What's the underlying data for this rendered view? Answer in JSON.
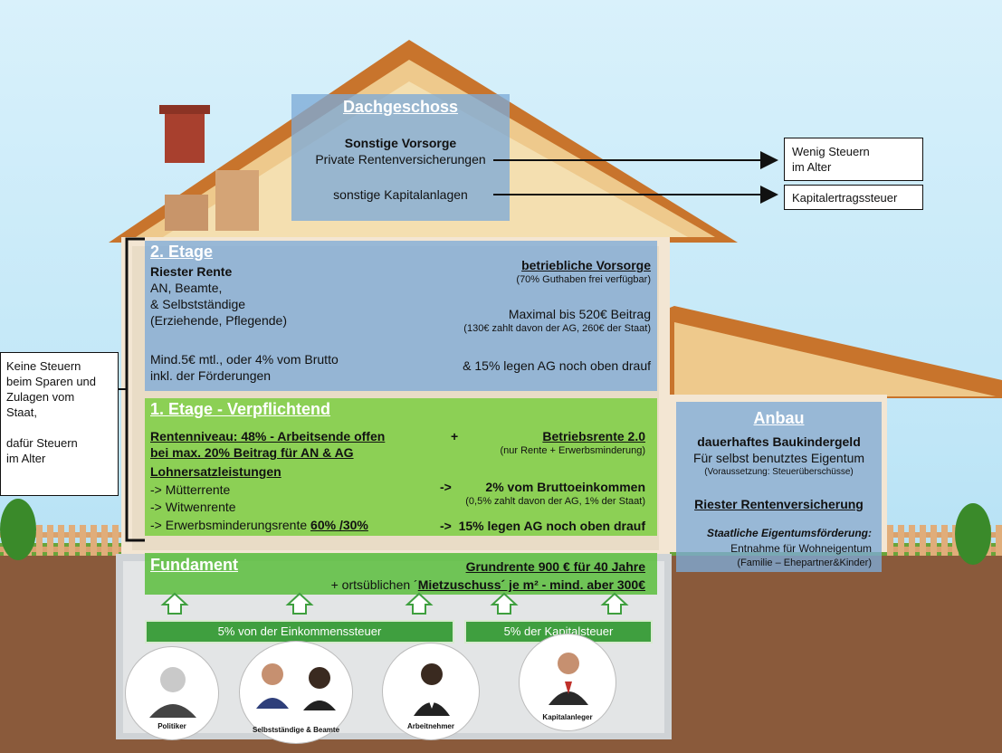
{
  "roof": {
    "title": "Dachgeschoss",
    "heading": "Sonstige Vorsorge",
    "private": "Private Rentenversicherungen",
    "capital": "sonstige Kapitalanlagen",
    "arrow1": "Wenig Steuern\nim Alter",
    "arrow2": "Kapitalertragssteuer"
  },
  "left_note": "Keine Steuern\nbeim Sparen und\nZulagen vom\nStaat,\n\ndafür Steuern\nim Alter",
  "floor2": {
    "title": "2. Etage",
    "riester": "Riester Rente",
    "who1": "AN, Beamte,",
    "who2": "& Selbstständige",
    "who3": "(Erziehende, Pflegende)",
    "min1": "Mind.5€ mtl., oder 4% vom Brutto",
    "min2": "inkl. der Förderungen",
    "bav": "betriebliche Vorsorge",
    "bav_note": "(70% Guthaben frei verfügbar)",
    "max": "Maximal bis 520€ Beitrag",
    "max_note": "(130€ zahlt davon der AG, 260€ der Staat)",
    "ag": "& 15% legen AG noch oben drauf"
  },
  "floor1": {
    "title": "1. Etage - Verpflichtend",
    "l1": "Rentenniveau: 48% - Arbeitsende offen",
    "l2": "bei max. 20% Beitrag für AN & AG",
    "l3": "Lohnersatzleistungen",
    "l4": "-> Mütterrente",
    "l5": "-> Witwenrente",
    "l6a": "-> Erwerbsminderungsrente ",
    "l6b": "60% /30%",
    "plus": "+",
    "br": "Betriebsrente 2.0",
    "br_note": "(nur Rente + Erwerbsminderung)",
    "arrowA": "->",
    "pct": "2% vom Bruttoeinkommen",
    "pct_note": "(0,5% zahlt  davon der AG, 1% der Staat)",
    "arrowB": "->",
    "ag": "15% legen AG noch oben drauf"
  },
  "annex": {
    "title": "Anbau",
    "l1": "dauerhaftes Baukindergeld",
    "l2": "Für selbst benutztes Eigentum",
    "l3": "(Voraussetzung: Steuerüberschüsse)",
    "l4": "Riester Rentenversicherung",
    "l5": "Staatliche Eigentumsförderung:",
    "l6": "Entnahme für Wohneigentum",
    "l7": "(Familie – Ehepartner&Kinder)"
  },
  "foundation": {
    "title": "Fundament",
    "l1": "Grundrente 900 € für 40 Jahre",
    "l2a": "+ ortsüblichen ´",
    "l2b": "Mietzuschuss´ je m² - mind. aber 300€"
  },
  "bars": {
    "income": "5% von der Einkommenssteuer",
    "capital": "5% der Kapitalsteuer"
  },
  "people": [
    {
      "label": "Politiker"
    },
    {
      "label": "Selbstständige & Beamte"
    },
    {
      "label": "Arbeitnehmer"
    },
    {
      "label": "Kapitalanleger"
    }
  ],
  "colors": {
    "roof": "#c8742c",
    "blue_panel": "#7eaad7",
    "green_panel": "#78cd3c",
    "foundation_bar": "#3f9f3f"
  }
}
